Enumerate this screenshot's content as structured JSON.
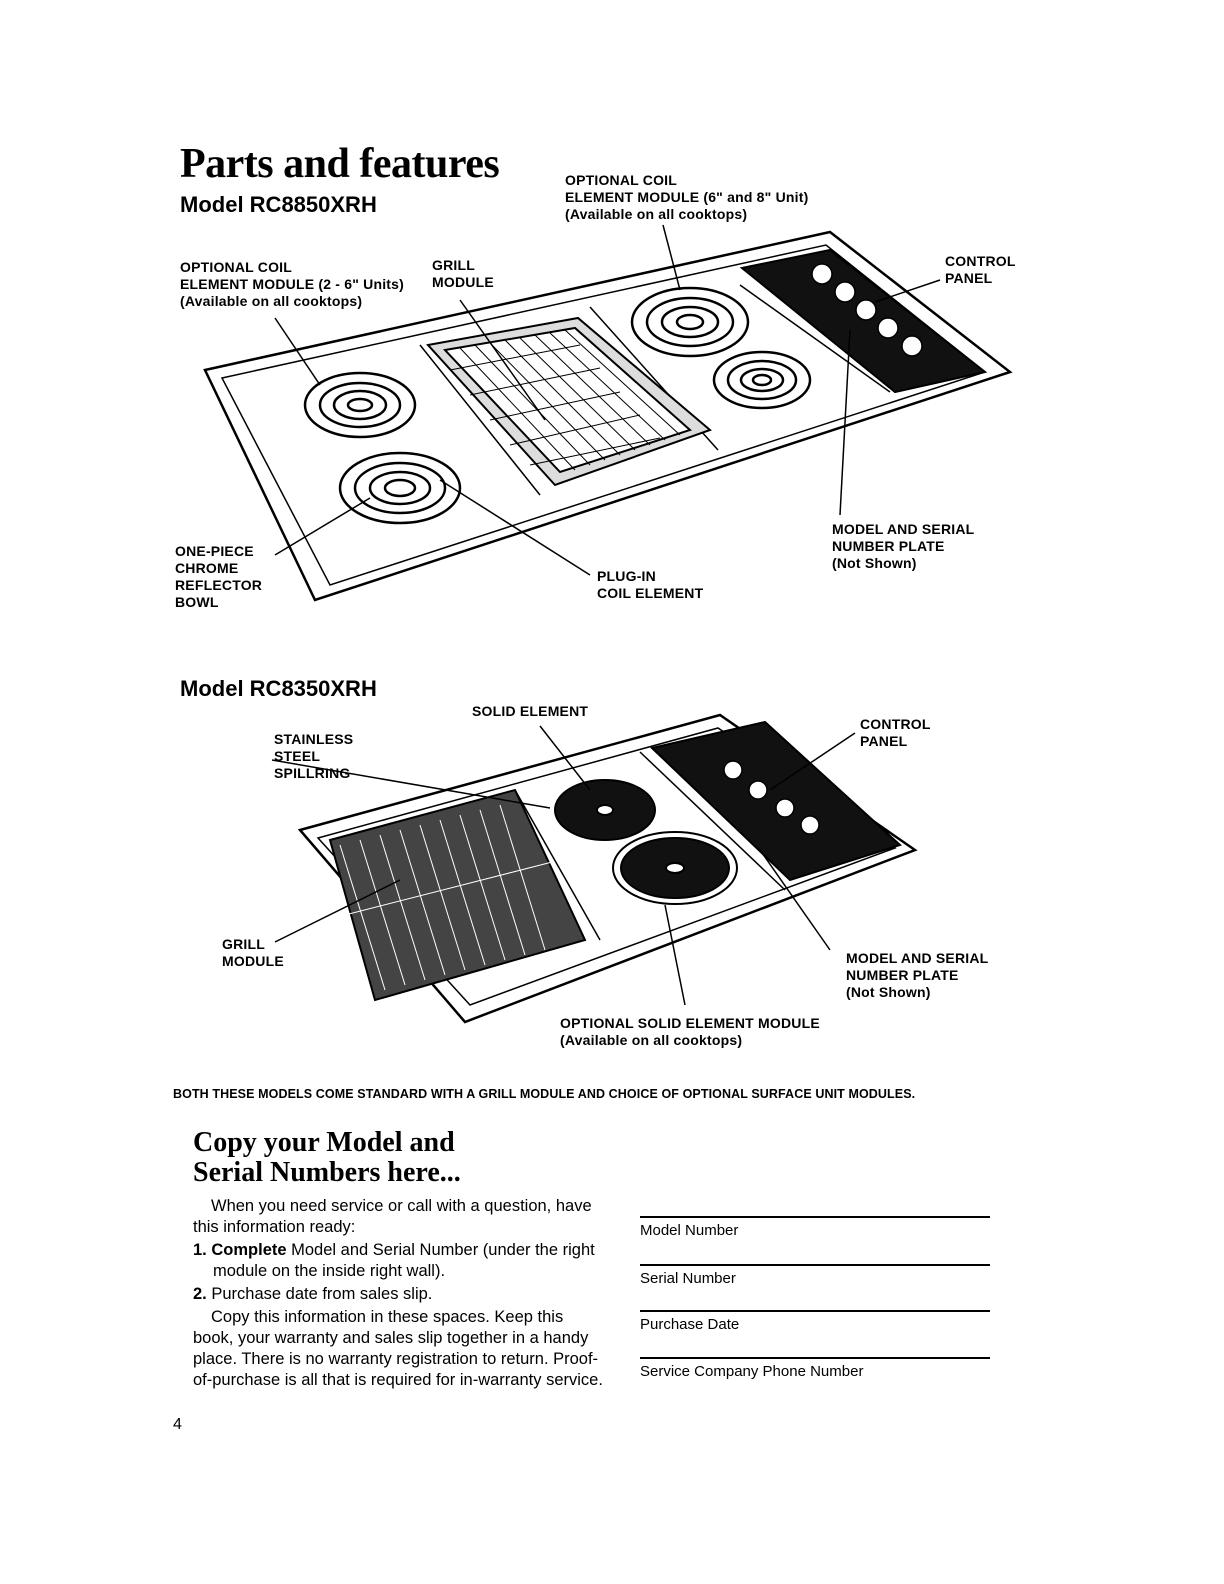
{
  "title": "Parts and features",
  "model1": {
    "name": "Model RC8850XRH",
    "labels": {
      "optional_coil_top": "OPTIONAL COIL\nELEMENT MODULE (6\" and 8\" Unit)\n(Available on all cooktops)",
      "optional_coil_left": "OPTIONAL COIL\nELEMENT MODULE (2 - 6\" Units)\n(Available on all cooktops)",
      "grill_module": "GRILL\nMODULE",
      "control_panel": "CONTROL\nPANEL",
      "model_serial_plate": "MODEL AND SERIAL\nNUMBER PLATE\n(Not Shown)",
      "reflector_bowl": "ONE-PIECE\nCHROME\nREFLECTOR\nBOWL",
      "plug_in": "PLUG-IN\nCOIL ELEMENT"
    }
  },
  "model2": {
    "name": "Model RC8350XRH",
    "labels": {
      "solid_element": "SOLID ELEMENT",
      "spillring": "STAINLESS\nSTEEL\nSPILLRING",
      "control_panel": "CONTROL\nPANEL",
      "grill_module": "GRILL\nMODULE",
      "model_serial_plate": "MODEL AND SERIAL\nNUMBER PLATE\n(Not Shown)",
      "optional_solid": "OPTIONAL SOLID ELEMENT MODULE\n(Available on all cooktops)"
    }
  },
  "note": "BOTH THESE MODELS COME STANDARD WITH A GRILL MODULE AND CHOICE OF OPTIONAL SURFACE UNIT MODULES.",
  "copy": {
    "heading_line1": "Copy your Model and",
    "heading_line2": "Serial Numbers here...",
    "intro": "When you need service or call with a question, have this information ready:",
    "item1_num": "1.",
    "item1_bold": "Complete",
    "item1_rest": " Model and Serial Number (under the right module on the inside right wall).",
    "item2_num": "2.",
    "item2_text": "Purchase date from sales slip.",
    "outro": "Copy this information in these spaces. Keep this book, your warranty and sales slip together in a handy place. There is no warranty registration to return. Proof-of-purchase is all that is required for in-warranty service."
  },
  "fields": {
    "model": "Model Number",
    "serial": "Serial Number",
    "purchase": "Purchase Date",
    "service": "Service Company Phone Number"
  },
  "page_number": "4"
}
